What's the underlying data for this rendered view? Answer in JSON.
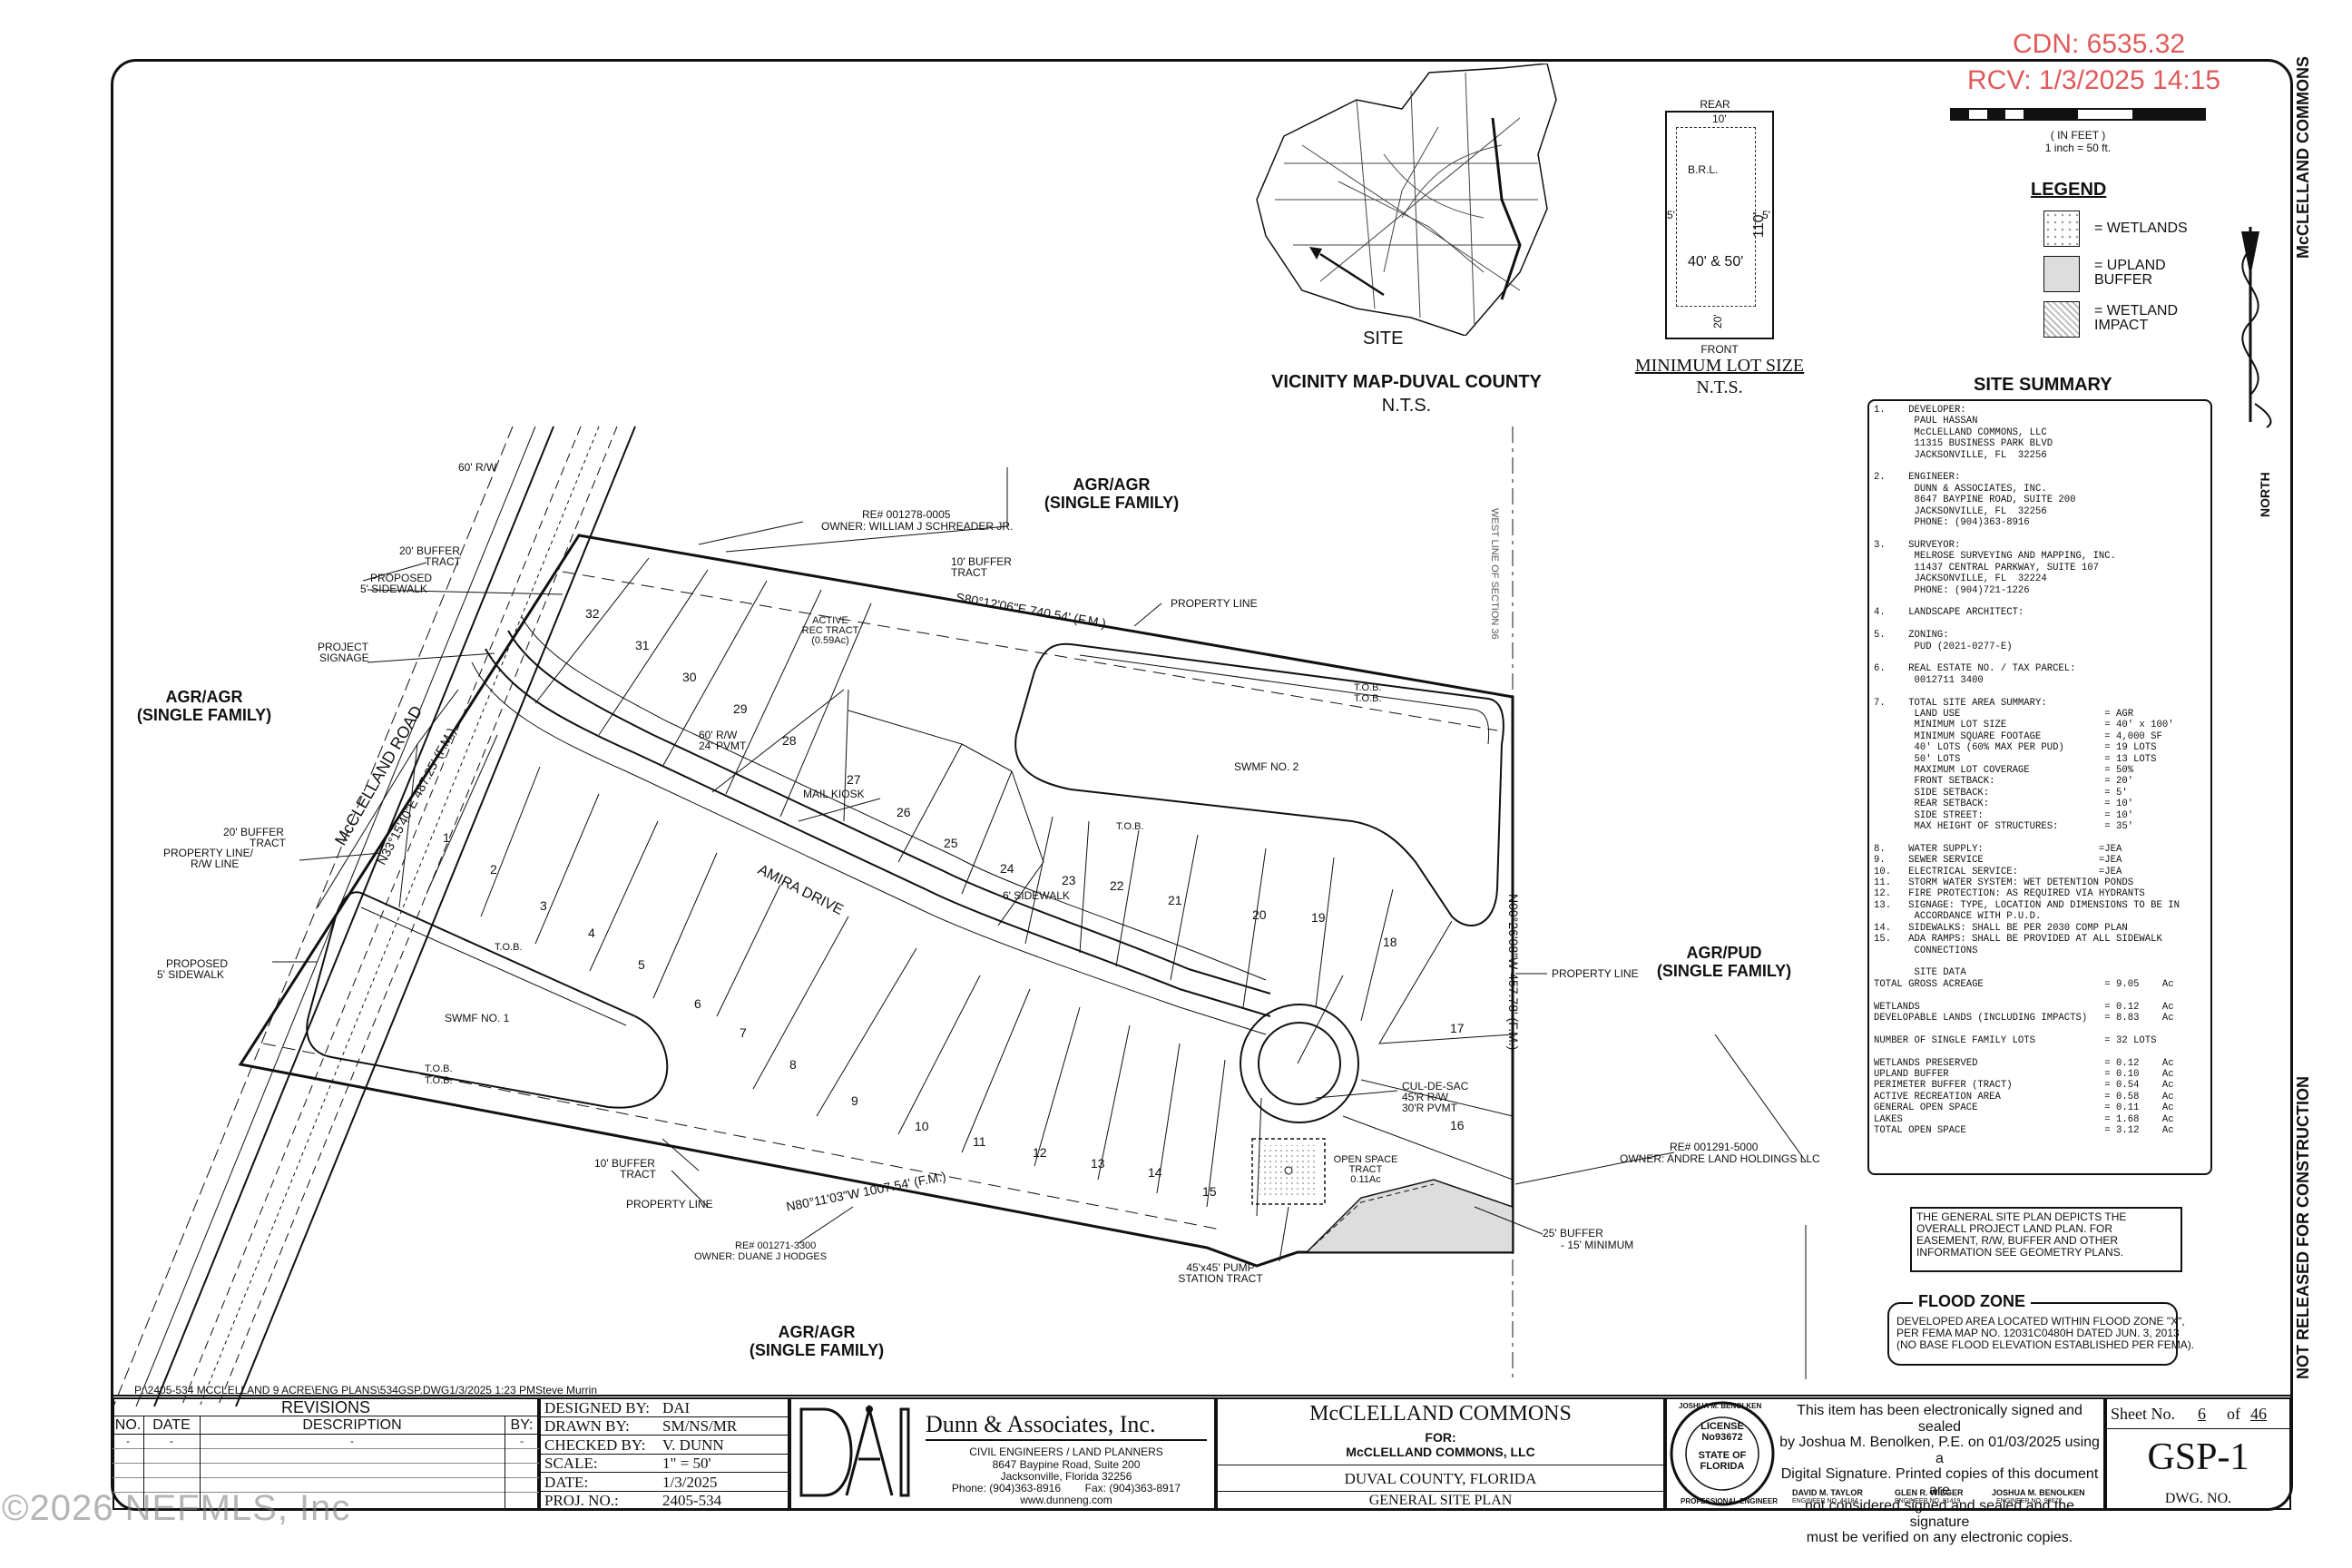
{
  "stamp": {
    "cdn": "CDN: 6535.32",
    "rcv": "RCV: 1/3/2025 14:15"
  },
  "watermark": "©2026 NEFMLS, Inc",
  "scale_bar": {
    "label_top": "( IN FEET )",
    "label_bottom": "1 inch = 50 ft."
  },
  "legend": {
    "title": "LEGEND",
    "items": [
      "= WETLANDS",
      "= UPLAND BUFFER",
      "= WETLAND IMPACT"
    ]
  },
  "vicinity": {
    "site": "SITE",
    "title": "VICINITY MAP-DUVAL COUNTY",
    "nts": "N.T.S."
  },
  "min_lot": {
    "rear": "REAR",
    "front": "FRONT",
    "brl": "B.R.L.",
    "width": "40' & 50'",
    "depth": "110'",
    "side_l": "5'",
    "side_r": "5'",
    "top_set": "10'",
    "bot_set": "20'",
    "title": "MINIMUM LOT SIZE",
    "nts": "N.T.S."
  },
  "site_summary": {
    "title": "SITE SUMMARY",
    "lines": [
      "1.    DEVELOPER:",
      "       PAUL HASSAN",
      "       McCLELLAND COMMONS, LLC",
      "       11315 BUSINESS PARK BLVD",
      "       JACKSONVILLE, FL  32256",
      "",
      "2.    ENGINEER:",
      "       DUNN & ASSOCIATES, INC.",
      "       8647 BAYPINE ROAD, SUITE 200",
      "       JACKSONVILLE, FL  32256",
      "       PHONE: (904)363-8916",
      "",
      "3.    SURVEYOR:",
      "       MELROSE SURVEYING AND MAPPING, INC.",
      "       11437 CENTRAL PARKWAY, SUITE 107",
      "       JACKSONVILLE, FL  32224",
      "       PHONE: (904)721-1226",
      "",
      "4.    LANDSCAPE ARCHITECT:",
      "",
      "5.    ZONING:",
      "       PUD (2021-0277-E)",
      "",
      "6.    REAL ESTATE NO. / TAX PARCEL:",
      "       0012711 3400",
      "",
      "7.    TOTAL SITE AREA SUMMARY:",
      "       LAND USE                         = AGR",
      "       MINIMUM LOT SIZE                 = 40' x 100'",
      "       MINIMUM SQUARE FOOTAGE           = 4,000 SF",
      "       40' LOTS (60% MAX PER PUD)       = 19 LOTS",
      "       50' LOTS                         = 13 LOTS",
      "       MAXIMUM LOT COVERAGE             = 50%",
      "       FRONT SETBACK:                   = 20'",
      "       SIDE SETBACK:                    = 5'",
      "       REAR SETBACK:                    = 10'",
      "       SIDE STREET:                     = 10'",
      "       MAX HEIGHT OF STRUCTURES:        = 35'",
      "",
      "8.    WATER SUPPLY:                    =JEA",
      "9.    SEWER SERVICE                    =JEA",
      "10.   ELECTRICAL SERVICE:              =JEA",
      "11.   STORM WATER SYSTEM: WET DETENTION PONDS",
      "12.   FIRE PROTECTION: AS REQUIRED VIA HYDRANTS",
      "13.   SIGNAGE: TYPE, LOCATION AND DIMENSIONS TO BE IN",
      "       ACCORDANCE WITH P.U.D.",
      "14.   SIDEWALKS: SHALL BE PER 2030 COMP PLAN",
      "15.   ADA RAMPS: SHALL BE PROVIDED AT ALL SIDEWALK",
      "       CONNECTIONS",
      "",
      "       SITE DATA",
      "TOTAL GROSS ACREAGE                     = 9.05    Ac",
      "",
      "WETLANDS                                = 0.12    Ac",
      "DEVELOPABLE LANDS (INCLUDING IMPACTS)   = 8.83    Ac",
      "",
      "NUMBER OF SINGLE FAMILY LOTS            = 32 LOTS",
      "",
      "WETLANDS PRESERVED                      = 0.12    Ac",
      "UPLAND BUFFER                           = 0.10    Ac",
      "PERIMETER BUFFER (TRACT)                = 0.54    Ac",
      "ACTIVE RECREATION AREA                  = 0.58    Ac",
      "GENERAL OPEN SPACE                      = 0.11    Ac",
      "LAKES                                   = 1.68    Ac",
      "TOTAL OPEN SPACE                        = 3.12    Ac"
    ]
  },
  "general_note": [
    "THE GENERAL SITE PLAN DEPICTS THE",
    "OVERALL PROJECT LAND PLAN. FOR",
    "EASEMENT, R/W, BUFFER AND OTHER",
    "INFORMATION SEE GEOMETRY PLANS."
  ],
  "flood_zone": {
    "title": "FLOOD ZONE",
    "lines": [
      "DEVELOPED AREA LOCATED WITHIN FLOOD ZONE \"X\",",
      "PER FEMA MAP NO. 12031C0480H DATED JUN. 3, 2013",
      "(NO BASE FLOOD ELEVATION ESTABLISHED PER FEMA)."
    ]
  },
  "side_text": {
    "right_top": "McCLELLAND COMMONS",
    "right_bottom": "NOT RELEASED FOR CONSTRUCTION",
    "north": "NORTH"
  },
  "plan": {
    "agr_tl": "AGR/AGR",
    "sf_tl": "(SINGLE FAMILY)",
    "agr_top": "AGR/AGR",
    "sf_top": "(SINGLE FAMILY)",
    "agr_right": "AGR/PUD",
    "sf_right": "(SINGLE FAMILY)",
    "agr_bottom": "AGR/AGR",
    "sf_bottom": "(SINGLE FAMILY)",
    "re_top": "RE# 001278-0005",
    "owner_top": "OWNER: WILLIAM J SCHREADER JR.",
    "re_right": "RE# 001291-5000",
    "owner_right": "OWNER: ANDRE LAND HOLDINGS LLC",
    "re_bottom": "RE# 001271-3300",
    "owner_bottom": "OWNER: DUANE J HODGES",
    "rw60": "60' R/W",
    "buffer20a": "20' BUFFER",
    "tract_a": "TRACT",
    "prop_sw": "PROPOSED",
    "sw5": "5' SIDEWALK",
    "proj_sign": "PROJECT",
    "signage": "SIGNAGE",
    "buffer20b": "20' BUFFER",
    "tract_b": "TRACT",
    "prop_line_rw": "PROPERTY LINE/",
    "rw_line": "R/W LINE",
    "prop_sw2": "PROPOSED",
    "sw5b": "5' SIDEWALK",
    "road_name": "McCLELLAND ROAD",
    "road_bearing": "N33°15'40\"E 487.25' (F.M.)",
    "buffer10_top": "10' BUFFER",
    "tract_top": "TRACT",
    "bearing_top": "S80°12'06\"E 740.54' (F.M.)",
    "prop_line_top": "PROPERTY LINE",
    "active": "ACTIVE",
    "rec": "REC TRACT",
    "rec_area": "(0.59Ac)",
    "rw60b": "60' R/W",
    "pvmt24": "24' PVMT",
    "mail": "MAIL KIOSK",
    "drive": "AMIRA DRIVE",
    "sidewalk6": "6' SIDEWALK",
    "swmf1": "SWMF NO. 1",
    "swmf2": "SWMF NO. 2",
    "tob": "T.O.B.",
    "cul": "CUL-DE-SAC",
    "cul_rw": "45'R R/W",
    "cul_pvmt": "30'R PVMT",
    "prop_line_right": "PROPERTY LINE",
    "bearing_right": "N00°26'08\"W 457.78' (F.M.)",
    "sec_line": "WEST LINE OF SECTION 36",
    "open_space": "OPEN SPACE",
    "open_tract": "TRACT",
    "open_area": "0.11Ac",
    "buffer25": "25' BUFFER",
    "min15": "- 15' MINIMUM",
    "pump": "45'x45' PUMP",
    "pump2": "STATION TRACT",
    "buffer10_bot": "10' BUFFER",
    "tract_bot": "TRACT",
    "prop_line_bot": "PROPERTY LINE",
    "bearing_bot": "N80°11'03\"W 1007.54' (F.M.)",
    "lots": [
      "1",
      "2",
      "3",
      "4",
      "5",
      "6",
      "7",
      "8",
      "9",
      "10",
      "11",
      "12",
      "13",
      "14",
      "15",
      "16",
      "17",
      "18",
      "19",
      "20",
      "21",
      "22",
      "23",
      "24",
      "25",
      "26",
      "27",
      "28",
      "29",
      "30",
      "31",
      "32"
    ]
  },
  "file_path": "P:\\2405-534 MCCLELLAND 9 ACRE\\ENG PLANS\\534GSP.DWG1/3/2025 1:23 PMSteve Murrin",
  "title_block": {
    "revisions": "REVISIONS",
    "no": "NO.",
    "date": "DATE",
    "description": "DESCRIPTION",
    "by": "BY:",
    "dash": "-",
    "designed_by_l": "DESIGNED BY:",
    "designed_by": "DAI",
    "drawn_by_l": "DRAWN BY:",
    "drawn_by": "SM/NS/MR",
    "checked_by_l": "CHECKED BY:",
    "checked_by": "V. DUNN",
    "scale_l": "SCALE:",
    "scale": "1\" = 50'",
    "date_l": "DATE:",
    "date_v": "1/3/2025",
    "proj_l": "PROJ. NO.:",
    "proj": "2405-534",
    "firm": "Dunn & Associates, Inc.",
    "firm_sub": "CIVIL ENGINEERS / LAND PLANNERS",
    "firm_addr1": "8647 Baypine Road, Suite 200",
    "firm_addr2": "Jacksonville, Florida 32256",
    "firm_phone": "Phone: (904)363-8916        Fax: (904)363-8917",
    "firm_web": "www.dunneng.com",
    "logo": "DAI",
    "project": "McCLELLAND COMMONS",
    "for": "FOR:",
    "client": "McCLELLAND COMMONS, LLC",
    "county": "DUVAL COUNTY, FLORIDA",
    "sheet_title": "GENERAL SITE PLAN",
    "seal_name": "JOSHUA M. BENOLKEN",
    "seal_license": "LICENSE",
    "seal_no": "No93672",
    "seal_state": "STATE OF",
    "seal_fl": "FLORIDA",
    "seal_pro": "PROFESSIONAL ENGINEER",
    "sign_text": [
      "This item has been electronically signed and sealed",
      "by Joshua M. Benolken, P.E. on 01/03/2025 using a",
      "Digital Signature. Printed copies of this document are",
      "not considered signed and sealed and the signature",
      "must be verified on any electronic copies."
    ],
    "eng1": "DAVID M. TAYLOR",
    "eng1_no": "ENGINEER NO. 44184",
    "eng2": "GLEN R. WIEGER",
    "eng2_no": "ENGINEER NO. 81419",
    "eng3": "JOSHUA M. BENOLKEN",
    "eng3_no": "ENGINEER NO. 93672",
    "sheet_no_l": "Sheet No.",
    "sheet_no": "6",
    "of": "of",
    "sheet_total": "46",
    "dwg": "GSP-1",
    "dwg_l": "DWG. NO."
  }
}
